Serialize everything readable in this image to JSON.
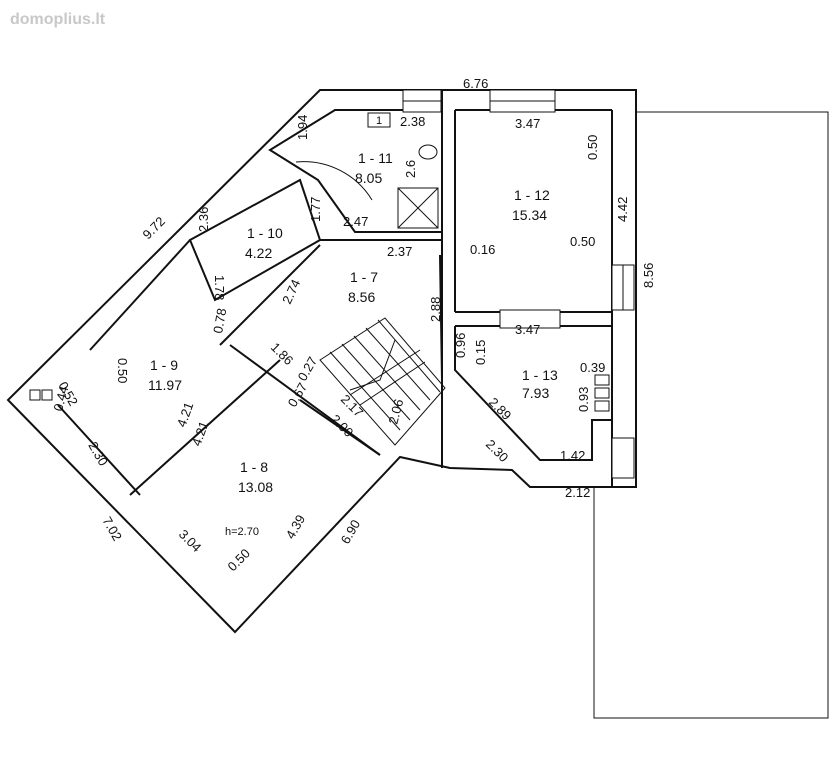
{
  "watermark": "domoplius.lt",
  "rooms": [
    {
      "id": "1 - 7",
      "area": "8.56"
    },
    {
      "id": "1 - 8",
      "area": "13.08"
    },
    {
      "id": "1 - 9",
      "area": "11.97"
    },
    {
      "id": "1 - 10",
      "area": "4.22"
    },
    {
      "id": "1 - 11",
      "area": "8.05"
    },
    {
      "id": "1 - 12",
      "area": "15.34"
    },
    {
      "id": "1 - 13",
      "area": "7.93"
    }
  ],
  "height_note": "h=2.70",
  "dimensions": {
    "top_total": "6.76",
    "right_total": "8.56",
    "left_diag": "9.72",
    "bottom_diag": "6.90",
    "left_bottom": "7.02",
    "bottom_right": "2.12",
    "r11_a": "1.94",
    "r11_b": "2.38",
    "r11_c": "2.6",
    "r11_d": "1.77",
    "r11_e": "2.47",
    "r12_top": "3.47",
    "r12_a": "0.50",
    "r12_side": "4.42",
    "r12_b": "0.50",
    "r12_c": "0.16",
    "corr_a": "2.37",
    "corr_b": "2.88",
    "r10_a": "2.36",
    "r10_b": "1.78",
    "r10_c": "2.74",
    "r13_top": "3.47",
    "r13_a": "0.96",
    "r13_b": "0.15",
    "r13_c": "0.39",
    "r13_d": "0.93",
    "r13_e": "1.42",
    "r13_f": "2.89",
    "r13_g": "2.30",
    "r9_a": "0.50",
    "r9_b": "0.78",
    "r9_c": "0.52",
    "r9_d": "0.44",
    "r9_e": "2.30",
    "r9_f": "4.21",
    "r8_a": "4.21",
    "st_a": "1.86",
    "st_b": "0.27",
    "st_c": "0.67",
    "st_d": "2.00",
    "st_e": "2.17",
    "st_f": "2.06",
    "r8_b": "3.04",
    "r8_c": "0.50",
    "r8_d": "4.39",
    "wc": "1"
  }
}
